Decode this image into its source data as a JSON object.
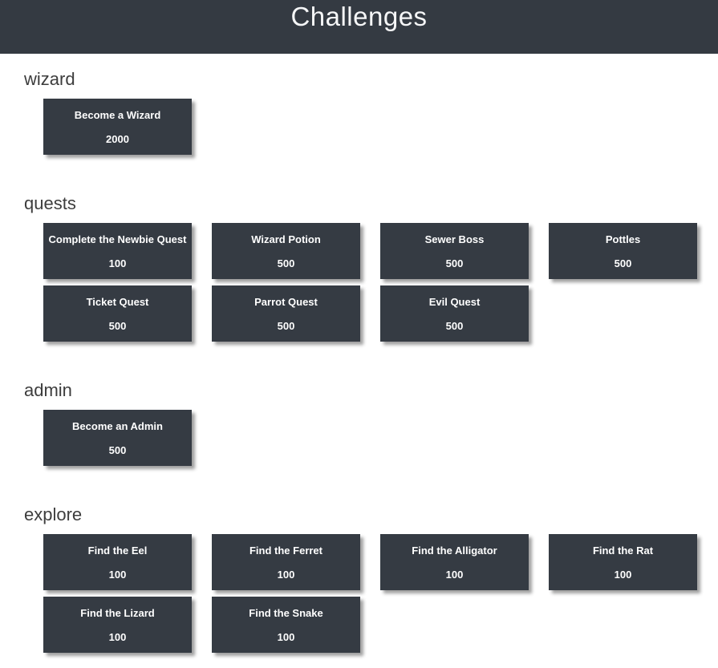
{
  "page": {
    "title": "Challenges"
  },
  "colors": {
    "header_bg": "#343a42",
    "card_bg": "#353b43",
    "card_text": "#ffffff",
    "heading_text": "#3d3d3d",
    "page_bg": "#ffffff"
  },
  "sections": [
    {
      "name": "wizard",
      "challenges": [
        {
          "name": "Become a Wizard",
          "value": "2000"
        }
      ]
    },
    {
      "name": "quests",
      "challenges": [
        {
          "name": "Complete the Newbie Quest",
          "value": "100"
        },
        {
          "name": "Wizard Potion",
          "value": "500"
        },
        {
          "name": "Sewer Boss",
          "value": "500"
        },
        {
          "name": "Pottles",
          "value": "500"
        },
        {
          "name": "Ticket Quest",
          "value": "500"
        },
        {
          "name": "Parrot Quest",
          "value": "500"
        },
        {
          "name": "Evil Quest",
          "value": "500"
        }
      ]
    },
    {
      "name": "admin",
      "challenges": [
        {
          "name": "Become an Admin",
          "value": "500"
        }
      ]
    },
    {
      "name": "explore",
      "challenges": [
        {
          "name": "Find the Eel",
          "value": "100"
        },
        {
          "name": "Find the Ferret",
          "value": "100"
        },
        {
          "name": "Find the Alligator",
          "value": "100"
        },
        {
          "name": "Find the Rat",
          "value": "100"
        },
        {
          "name": "Find the Lizard",
          "value": "100"
        },
        {
          "name": "Find the Snake",
          "value": "100"
        }
      ]
    }
  ]
}
